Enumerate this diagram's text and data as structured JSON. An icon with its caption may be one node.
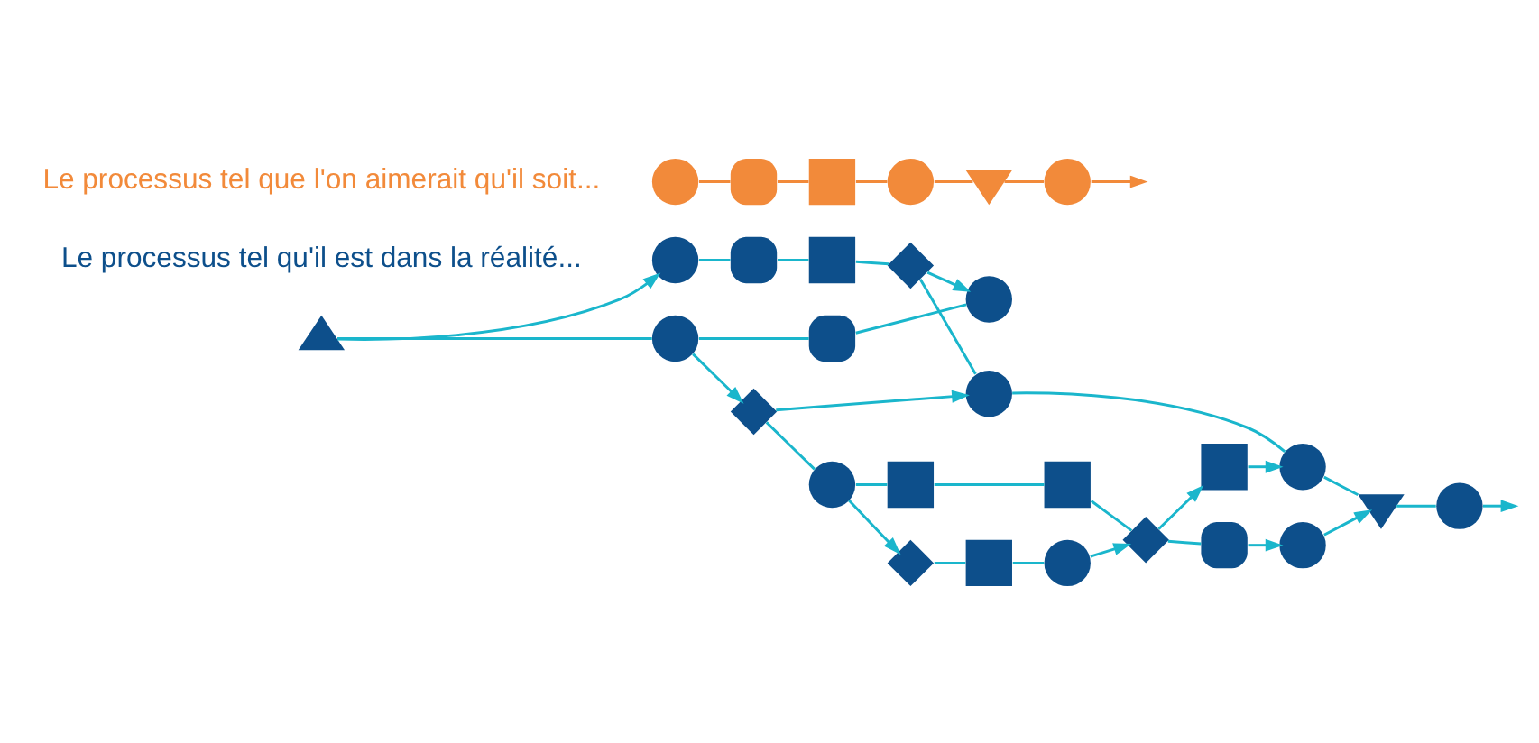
{
  "diagram": {
    "nodes": [
      {
        "text": [],
        "shape": "circle"
      },
      {
        "text": [],
        "shape": "delay"
      },
      {
        "text": [],
        "shape": "box"
      },
      {
        "text": [],
        "shape": "diamond"
      },
      {
        "text": [],
        "shape": "circle"
      },
      {
        "text": [],
        "shape": "circle"
      },
      {
        "text": [],
        "shape": "invtriangle"
      },
      {
        "text": [],
        "shape": "circle"
      },
      {
        "text": [],
        "shape": "triangle"
      },
      {
        "text": [],
        "shape": "circle"
      },
      {
        "text": [],
        "shape": "delay"
      },
      {
        "text": [],
        "shape": "circle"
      },
      {
        "text": [],
        "shape": "diamond"
      },
      {
        "text": [],
        "shape": "box"
      },
      {
        "text": [],
        "shape": "circle"
      },
      {
        "text": [],
        "shape": "circle"
      },
      {
        "text": [],
        "shape": "box"
      },
      {
        "text": [],
        "shape": "box"
      },
      {
        "text": [],
        "shape": "diamond"
      },
      {
        "text": [],
        "shape": "delay"
      },
      {
        "text": [],
        "shape": "diamond"
      },
      {
        "text": [],
        "shape": "box"
      },
      {
        "text": [],
        "shape": "circle"
      },
      {
        "text": [],
        "shape": "circle"
      },
      {
        "text": [],
        "shape": "delay"
      },
      {
        "text": [],
        "shape": "box"
      },
      {
        "text": [],
        "shape": "circle"
      },
      {
        "text": [],
        "shape": "invtriangle"
      },
      {
        "text": [],
        "shape": "circle"
      }
    ],
    "edges": [
      {
        "from": 0,
        "to": 1,
        "arrow": "none"
      },
      {
        "from": 1,
        "to": 2,
        "arrow": "none"
      },
      {
        "from": 2,
        "to": 3,
        "arrow": "none"
      },
      {
        "from": 3,
        "to": 4,
        "arrow": "none"
      },
      {
        "from": 4,
        "to": 5,
        "arrow": "none"
      },
      {
        "from": 5,
        "to": 6,
        "arrow": "none"
      },
      {
        "from": 6,
        "to": 7,
        "arrow": "none"
      },
      {
        "from": 7,
        "to": null,
        "arrow": "to"
      },
      {
        "from": 8,
        "to": 0,
        "arrow": "to"
      },
      {
        "from": 8,
        "to": 9,
        "arrow": "none"
      },
      {
        "from": 9,
        "to": 10,
        "arrow": "none"
      },
      {
        "from": 10,
        "to": 11,
        "arrow": "none"
      },
      {
        "from": 3,
        "to": 11,
        "arrow": "to"
      },
      {
        "from": 9,
        "to": 12,
        "arrow": "to"
      },
      {
        "from": 12,
        "to": 4,
        "arrow": "to"
      },
      {
        "from": 12,
        "to": 15,
        "arrow": "none"
      },
      {
        "from": 15,
        "to": 16,
        "arrow": "none"
      },
      {
        "from": 16,
        "to": 17,
        "arrow": "none"
      },
      {
        "from": 17,
        "to": 18,
        "arrow": "none"
      },
      {
        "from": 18,
        "to": 19,
        "arrow": "none"
      },
      {
        "from": 15,
        "to": 20,
        "arrow": "to"
      },
      {
        "from": 20,
        "to": 21,
        "arrow": "none"
      },
      {
        "from": 21,
        "to": 22,
        "arrow": "none"
      },
      {
        "from": 22,
        "to": 18,
        "arrow": "to"
      },
      {
        "from": 18,
        "to": 13,
        "arrow": "to"
      },
      {
        "from": 19,
        "to": 14,
        "arrow": "to"
      },
      {
        "from": 13,
        "to": 5,
        "arrow": "to"
      },
      {
        "from": 14,
        "to": 6,
        "arrow": "to"
      },
      {
        "from": 23,
        "to": 24,
        "arrow": "none",
        "color": "#f28a3a"
      },
      {
        "from": 24,
        "to": 25,
        "arrow": "none",
        "color": "#f28a3a"
      },
      {
        "from": 25,
        "to": 26,
        "arrow": "none",
        "color": "#f28a3a"
      },
      {
        "from": 26,
        "to": 27,
        "arrow": "none",
        "color": "#f28a3a"
      },
      {
        "from": 27,
        "to": 28,
        "arrow": "none",
        "color": "#f28a3a"
      },
      {
        "from": 28,
        "to": null,
        "arrow": "to",
        "color": "#f28a3a"
      }
    ],
    "labels": [
      "Le processus tel qu'il est dans la réalité...",
      "Le processus tel que l'on aimerait qu'il soit..."
    ]
  }
}
